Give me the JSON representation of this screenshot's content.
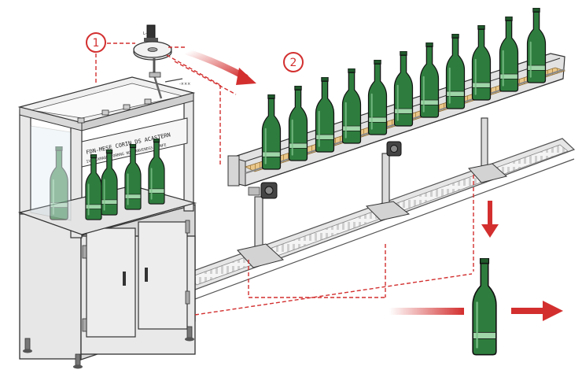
{
  "callouts": [
    {
      "number": "1"
    },
    {
      "number": "2"
    }
  ],
  "machine": {
    "sign_line1": "FDN-MESE CORIN DS ACASTERN",
    "sign_line2": "IVE LAMABUA ORRNG NOIBANVENDSS 1 NFE",
    "nozzle_tag": "L-××",
    "side_tag": "-×××"
  },
  "colors": {
    "accent_red": "#d32f2f",
    "bottle_green": "#2e7d3e",
    "bottle_dark": "#1f5a2b",
    "steel": "#e3e3e3",
    "steel_dark": "#9a9a9a",
    "belt_wood": "#e7c383"
  },
  "icons": [
    "rotary-cap-head-icon",
    "arrow-right-icon",
    "arrow-down-icon",
    "motor-icon"
  ]
}
